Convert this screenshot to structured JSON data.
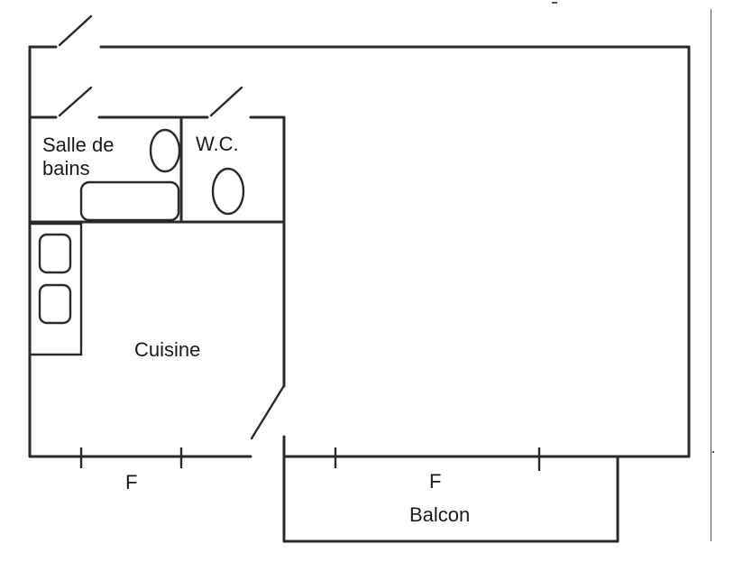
{
  "rooms": {
    "bathroom": {
      "line1": "Salle de",
      "line2": "bains"
    },
    "wc": "W.C.",
    "kitchen": "Cuisine",
    "balcony": "Balcon"
  },
  "windows": {
    "left": "F",
    "right": "F"
  }
}
